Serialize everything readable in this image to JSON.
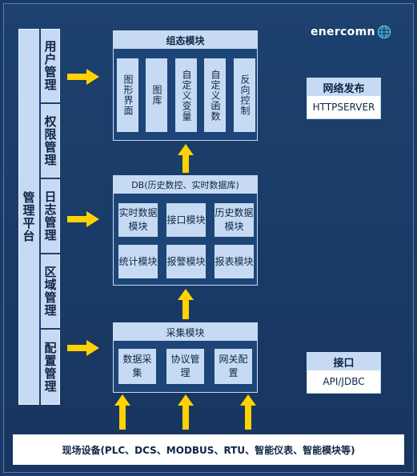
{
  "logo": {
    "text": "enercomn"
  },
  "management": {
    "title": "管理平台",
    "items": [
      "用户管理",
      "权限管理",
      "日志管理",
      "区域管理",
      "配置管理"
    ]
  },
  "config_module": {
    "title": "组态模块",
    "items": [
      "图形界面",
      "图库",
      "自定义变量",
      "自定义函数",
      "反向控制"
    ]
  },
  "db_module": {
    "title": "DB(历史数控、实时数据库)",
    "items": [
      "实时数据模块",
      "接口模块",
      "历史数据模块",
      "统计模块",
      "报警模块",
      "报表模块"
    ]
  },
  "collect_module": {
    "title": "采集模块",
    "items": [
      "数据采集",
      "协议管理",
      "网关配置"
    ]
  },
  "publish": {
    "title": "网络发布",
    "value": "HTTPSERVER"
  },
  "interface": {
    "title": "接口",
    "value": "API/JDBC"
  },
  "devices": {
    "text": "现场设备(PLC、DCS、MODBUS、RTU、智能仪表、智能模块等)"
  },
  "colors": {
    "background": "#1a3b6a",
    "panel": "#c6dbf3",
    "arrow": "#ffd200"
  }
}
